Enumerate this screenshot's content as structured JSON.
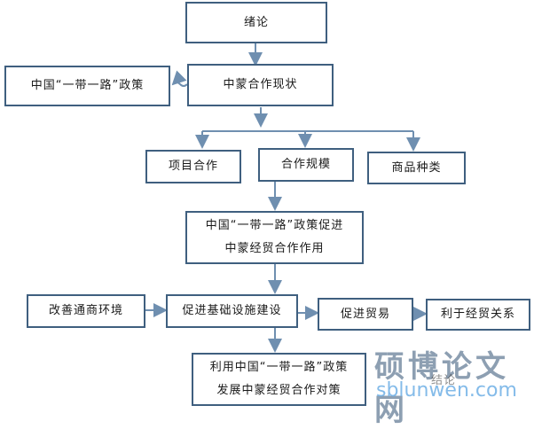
{
  "nodes": {
    "intro": "绪论",
    "status": "中蒙合作现状",
    "policy": "中国“一带一路”政策",
    "projects": "项目合作",
    "scale": "合作规模",
    "goods": "商品种类",
    "promote_line1": "中国“一带一路”政策促进",
    "promote_line2": "中蒙经贸合作作用",
    "env": "改善通商环境",
    "infra": "促进基础设施建设",
    "trade": "促进贸易",
    "relations": "利于经贸关系",
    "strategy_line1": "利用中国“一带一路”政策",
    "strategy_line2": "发展中蒙经贸合作对策"
  },
  "watermark": {
    "title": "硕博论文网",
    "url": "sblunwen.com",
    "overlap_text": "结论"
  },
  "colors": {
    "border": "#3f5f7f",
    "arrow": "#6f8fb0",
    "watermark_text": "#7a8fa5",
    "watermark_url": "#6fb0e6"
  }
}
